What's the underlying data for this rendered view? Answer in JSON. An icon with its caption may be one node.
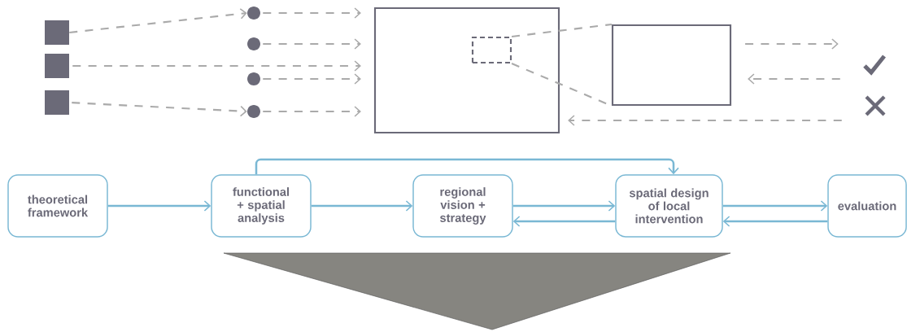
{
  "diagram": {
    "nodes": [
      {
        "text": [],
        "shape": "square"
      },
      {
        "text": [],
        "shape": "square"
      },
      {
        "text": [],
        "shape": "square"
      },
      {
        "text": [],
        "shape": "circle"
      },
      {
        "text": [],
        "shape": "circle"
      },
      {
        "text": [],
        "shape": "circle"
      },
      {
        "text": [],
        "shape": "circle"
      },
      {
        "text": [],
        "shape": "box"
      },
      {
        "text": [],
        "shape": "box",
        "in": 7
      },
      {
        "text": [],
        "shape": "box"
      },
      {
        "text": [],
        "shape": "check"
      },
      {
        "text": [],
        "shape": "cross"
      },
      {
        "text": [
          "theoretical framework"
        ]
      },
      {
        "text": [
          "functional + spatial analysis"
        ]
      },
      {
        "text": [
          "regional vision + strategy"
        ]
      },
      {
        "text": [
          "spatial design of local intervention"
        ]
      },
      {
        "text": [
          "evaluation"
        ]
      }
    ],
    "edges": [
      {
        "from": 0,
        "to": 3,
        "arrow": "to",
        "style": "dashed"
      },
      {
        "from": 3,
        "to": 7,
        "arrow": "to",
        "style": "dashed"
      },
      {
        "from": 4,
        "to": 7,
        "arrow": "to",
        "style": "dashed"
      },
      {
        "from": 1,
        "to": 7,
        "arrow": "to",
        "style": "dashed"
      },
      {
        "from": 5,
        "to": 7,
        "arrow": "to",
        "style": "dashed"
      },
      {
        "from": 2,
        "to": 6,
        "arrow": "to",
        "style": "dashed"
      },
      {
        "from": 6,
        "to": 7,
        "arrow": "to",
        "style": "dashed"
      },
      {
        "from": 8,
        "to": 9,
        "arrow": "none",
        "style": "dashed"
      },
      {
        "from": 8,
        "to": 9,
        "arrow": "none",
        "style": "dashed"
      },
      {
        "from": 9,
        "to": 10,
        "arrow": "to",
        "style": "dashed"
      },
      {
        "from": 10,
        "to": 9,
        "arrow": "to",
        "style": "dashed"
      },
      {
        "from": 11,
        "to": 7,
        "arrow": "to",
        "style": "dashed"
      },
      {
        "from": 12,
        "to": 13,
        "arrow": "to",
        "color": "#7ab8d4"
      },
      {
        "from": 13,
        "to": 14,
        "arrow": "to",
        "color": "#7ab8d4"
      },
      {
        "from": 14,
        "to": 15,
        "arrow": "to",
        "color": "#7ab8d4"
      },
      {
        "from": 15,
        "to": 14,
        "arrow": "to",
        "color": "#7ab8d4"
      },
      {
        "from": 15,
        "to": 16,
        "arrow": "to",
        "color": "#7ab8d4"
      },
      {
        "from": 16,
        "to": 15,
        "arrow": "to",
        "color": "#7ab8d4"
      },
      {
        "from": 13,
        "to": 15,
        "arrow": "to",
        "color": "#7ab8d4"
      }
    ]
  }
}
